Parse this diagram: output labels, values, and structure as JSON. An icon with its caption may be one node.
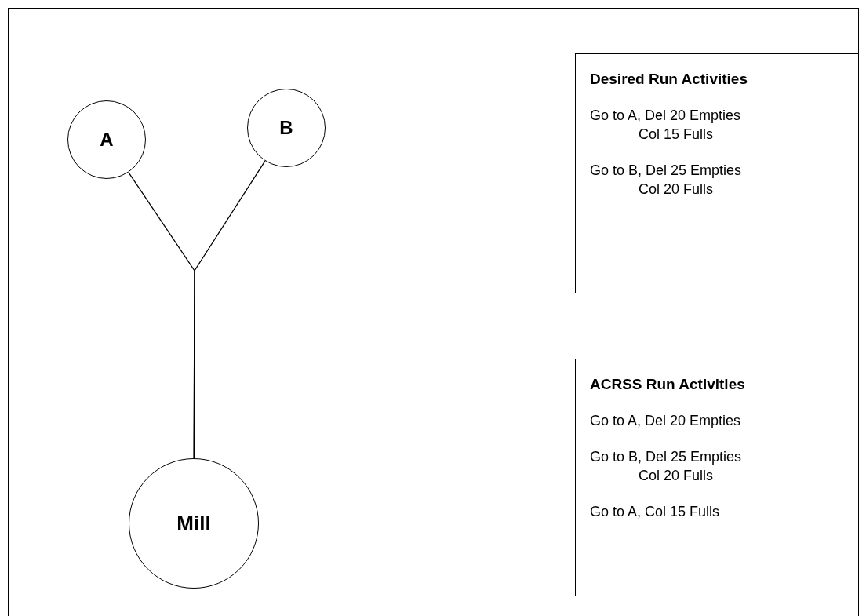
{
  "diagram": {
    "nodes": [
      {
        "text": [
          "A"
        ]
      },
      {
        "text": [
          "B"
        ]
      },
      {
        "text": [
          "Mill"
        ]
      },
      {
        "text": [
          "Desired Run Activities",
          "Go to A, Del 20 Empties Col 15 Fulls",
          "Go to B, Del 25 Empties Col 20 Fulls"
        ]
      },
      {
        "text": [
          "ACRSS Run Activities",
          "Go to A, Del 20 Empties",
          "Go to B, Del 25 Empties Col 20 Fulls",
          "Go to A, Col 15 Fulls"
        ]
      }
    ],
    "edges": [
      {
        "from": 0,
        "to": 2,
        "arrow": "none"
      },
      {
        "from": 1,
        "to": 2,
        "arrow": "none"
      }
    ]
  }
}
